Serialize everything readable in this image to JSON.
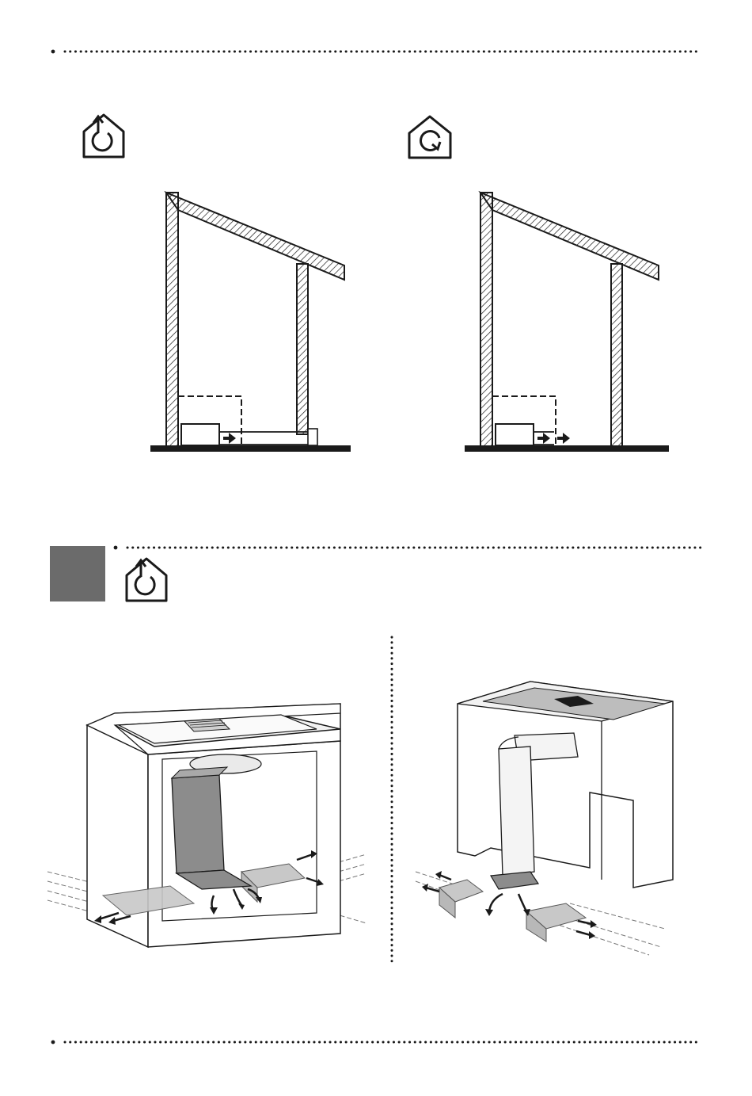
{
  "page": {
    "background": "#ffffff",
    "ink": "#1a1a1a",
    "section_marker_color": "#6b6b6b",
    "duct_fill": "#8c8c8c",
    "box_fill": "#c8c8c8"
  },
  "icons": {
    "top_left": "house-extraction-icon",
    "top_right": "house-recirculation-icon",
    "section": "house-extraction-icon"
  },
  "separators": [
    "dotted-rule-top",
    "dotted-rule-section",
    "dotted-rule-bottom",
    "dotted-rule-vertical"
  ],
  "diagrams": [
    {
      "id": "extraction-wall-diagram",
      "mode": "extraction"
    },
    {
      "id": "recirculation-wall-diagram",
      "mode": "recirculation"
    },
    {
      "id": "cabinet-front-ducting-illustration",
      "mode": "extraction"
    },
    {
      "id": "cabinet-rear-ducting-illustration",
      "mode": "extraction"
    }
  ]
}
